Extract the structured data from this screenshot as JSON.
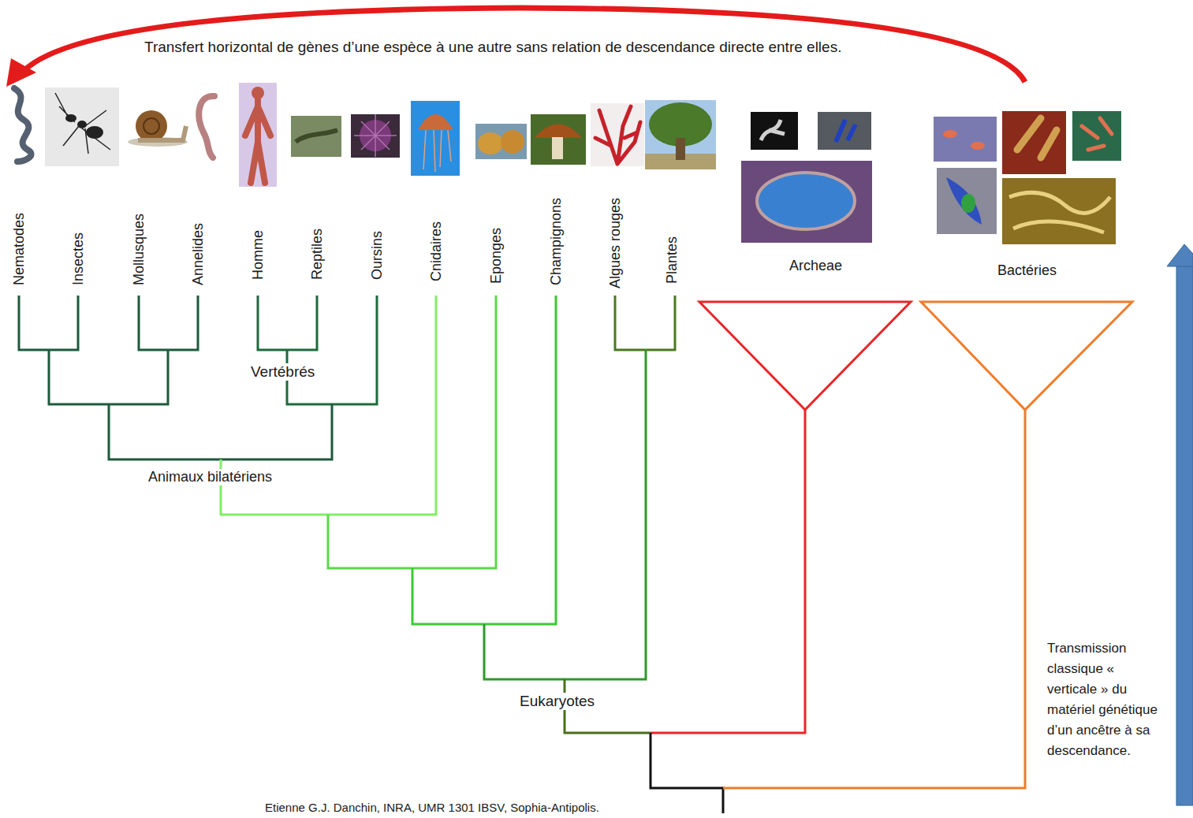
{
  "diagram": {
    "labels": [
      "Transfert horizontal de gènes d’une espèce à une autre sans relation de descendance directe entre elles.",
      "Nematodes",
      "Insectes",
      "Mollusques",
      "Annelides",
      "Homme",
      "Reptiles",
      "Oursins",
      "Cnidaires",
      "Eponges",
      "Champignons",
      "Algues rouges",
      "Plantes",
      "Archeae",
      "Bactéries",
      "Vertébrés",
      "Animaux bilatériens",
      "Eukaryotes",
      "Transmission classique « verticale » du matériel génétique d’un ancêtre à sa descendance.",
      "Etienne G.J. Danchin, INRA, UMR 1301 IBSV, Sophia-Antipolis."
    ]
  }
}
